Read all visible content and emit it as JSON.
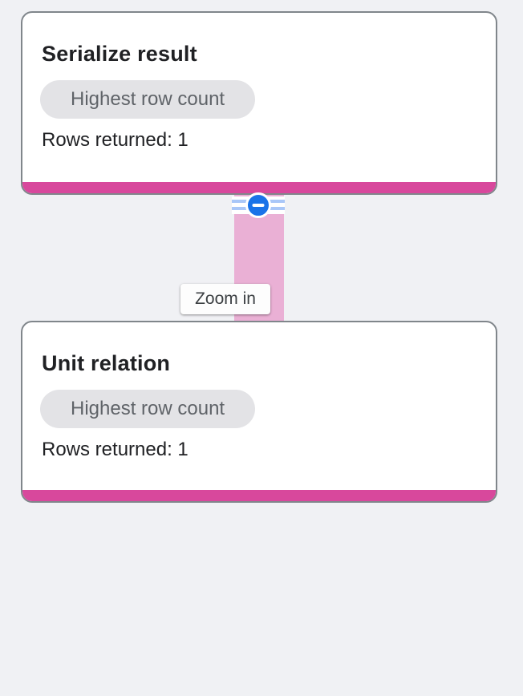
{
  "graph": {
    "nodes": [
      {
        "title": "Serialize result",
        "badge": "Highest row count",
        "rows": "Rows returned: 1"
      },
      {
        "title": "Unit relation",
        "badge": "Highest row count",
        "rows": "Rows returned: 1"
      }
    ],
    "edge": {
      "collapse_icon": "minus-circle-icon",
      "tooltip": "Zoom in"
    }
  },
  "colors": {
    "page_bg": "#f0f1f4",
    "card_bg": "#ffffff",
    "card_border": "#80868b",
    "title_text": "#202124",
    "badge_bg": "#e3e3e6",
    "badge_text": "#5f6368",
    "body_text": "#202124",
    "bar_pink": "#d8489c",
    "edge_pink": "#eab0d5",
    "stripe_blue": "#a9c7f8",
    "collapse_blue": "#1a73e8",
    "tooltip_bg": "#fdfdfd",
    "tooltip_text": "#3c4043"
  }
}
